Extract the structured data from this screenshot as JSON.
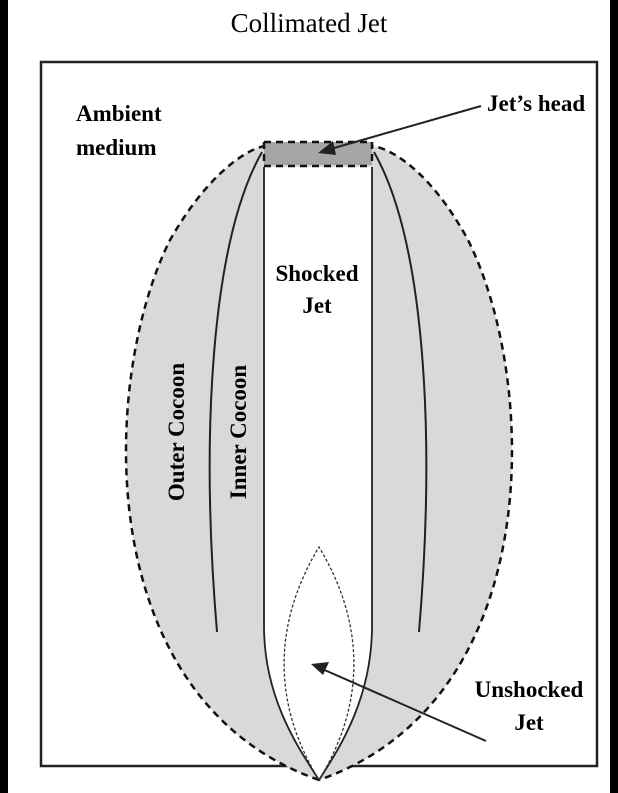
{
  "diagram": {
    "title": "Collimated Jet",
    "labels": {
      "ambient_line1": "Ambient",
      "ambient_line2": "medium",
      "jets_head": "Jet’s head",
      "shocked_line1": "Shocked",
      "shocked_line2": "Jet",
      "outer_cocoon": "Outer Cocoon",
      "inner_cocoon": "Inner Cocoon",
      "unshocked_line1": "Unshocked",
      "unshocked_line2": "Jet"
    },
    "colors": {
      "background": "#000000",
      "panel": "#ffffff",
      "cocoon_fill": "#d9d9d9",
      "jet_head_fill": "#a6a6a6",
      "line": "#222222"
    }
  }
}
